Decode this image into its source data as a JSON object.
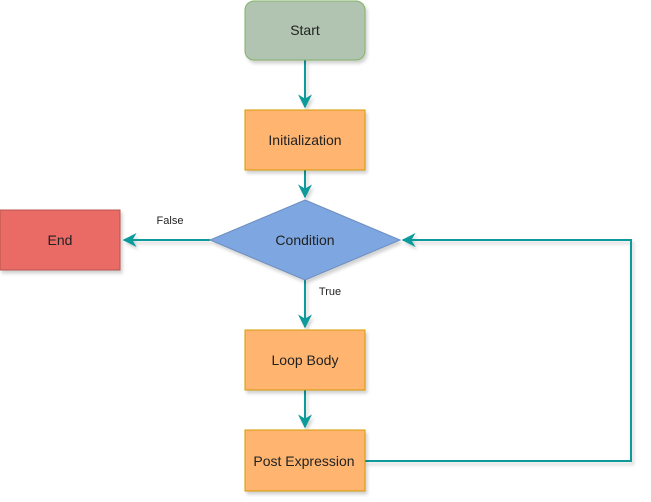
{
  "diagram": {
    "type": "flowchart",
    "title": "For Loop Flowchart",
    "colors": {
      "start_fill": "#B0C4B1",
      "start_stroke": "#82B366",
      "process_fill": "#FFB570",
      "process_stroke": "#D79B00",
      "end_fill": "#EA6B66",
      "end_stroke": "#B85450",
      "decision_fill": "#7EA6E0",
      "decision_stroke": "#6C8EBF",
      "edge": "#0E9A9A"
    },
    "nodes": {
      "start": {
        "label": "Start",
        "shape": "rounded-rectangle"
      },
      "init": {
        "label": "Initialization",
        "shape": "rectangle"
      },
      "condition": {
        "label": "Condition",
        "shape": "diamond"
      },
      "end": {
        "label": "End",
        "shape": "rectangle"
      },
      "body": {
        "label": "Loop Body",
        "shape": "rectangle"
      },
      "post": {
        "label": "Post Expression",
        "shape": "rectangle"
      }
    },
    "edges": [
      {
        "from": "start",
        "to": "init",
        "label": ""
      },
      {
        "from": "init",
        "to": "condition",
        "label": ""
      },
      {
        "from": "condition",
        "to": "end",
        "label": "False"
      },
      {
        "from": "condition",
        "to": "body",
        "label": "True"
      },
      {
        "from": "body",
        "to": "post",
        "label": ""
      },
      {
        "from": "post",
        "to": "condition",
        "label": ""
      }
    ],
    "edge_labels": {
      "false": "False",
      "true": "True"
    }
  }
}
